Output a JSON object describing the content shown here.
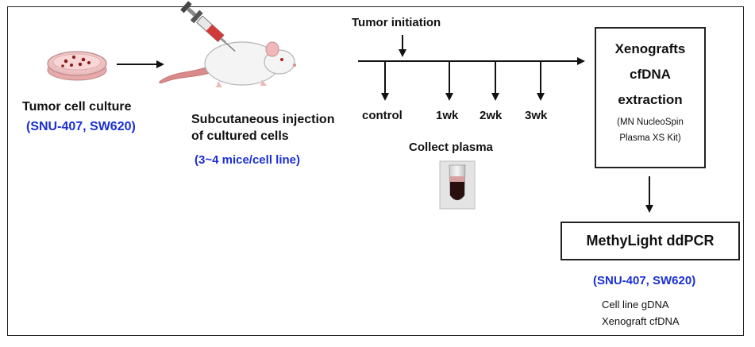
{
  "step1": {
    "title": "Tumor cell culture",
    "lines": "(SNU-407, SW620)"
  },
  "step2": {
    "title_line1": "Subcutaneous injection",
    "title_line2": "of cultured cells",
    "detail": "(3~4 mice/cell line)"
  },
  "timeline": {
    "label": "Tumor initiation",
    "timepoints": [
      "control",
      "1wk",
      "2wk",
      "3wk"
    ],
    "collect_label": "Collect plasma"
  },
  "xenograft_box": {
    "line1": "Xenografts",
    "line2": "cfDNA",
    "line3": "extraction",
    "kit_line1": "(MN NucleoSpin",
    "kit_line2": "Plasma XS Kit)"
  },
  "ddpcr_box": {
    "title": "MethyLight ddPCR",
    "cell_lines": "(SNU-407, SW620)",
    "sample1": "Cell line gDNA",
    "sample2": "Xenograft cfDNA"
  },
  "colors": {
    "accent_blue": "#1a2fd6",
    "arrow": "#111111"
  }
}
